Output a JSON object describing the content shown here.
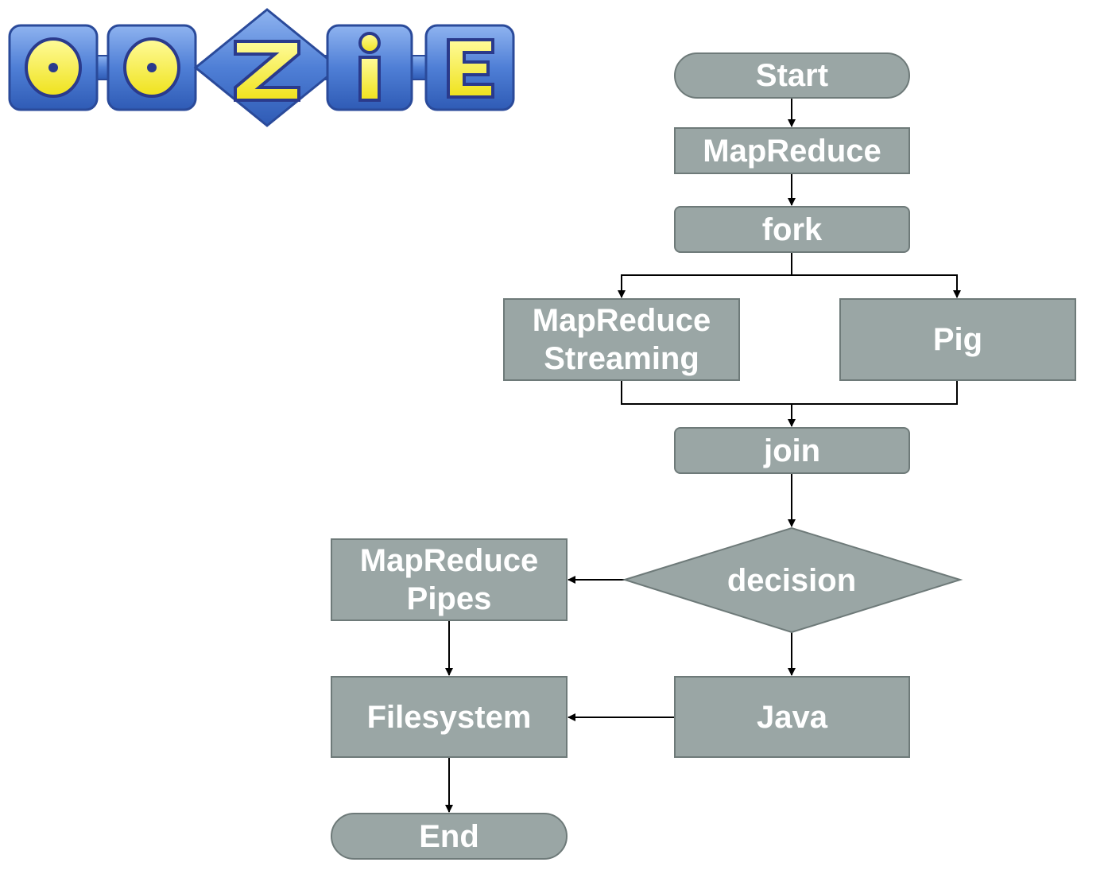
{
  "logo": {
    "text": "OOZiE",
    "letters": [
      "O",
      "O",
      "Z",
      "i",
      "E"
    ]
  },
  "nodes": {
    "start": "Start",
    "mapreduce": "MapReduce",
    "fork": "fork",
    "mapreduce_streaming": "MapReduce\nStreaming",
    "pig": "Pig",
    "join": "join",
    "decision": "decision",
    "mapreduce_pipes": "MapReduce\nPipes",
    "java": "Java",
    "filesystem": "Filesystem",
    "end": "End"
  },
  "colors": {
    "node_fill": "#9aa6a5",
    "node_border": "#6e7a79",
    "node_text": "#ffffff",
    "connector": "#000000",
    "logo_blue": "#4f7fd6",
    "logo_yellow": "#f4ec36"
  }
}
